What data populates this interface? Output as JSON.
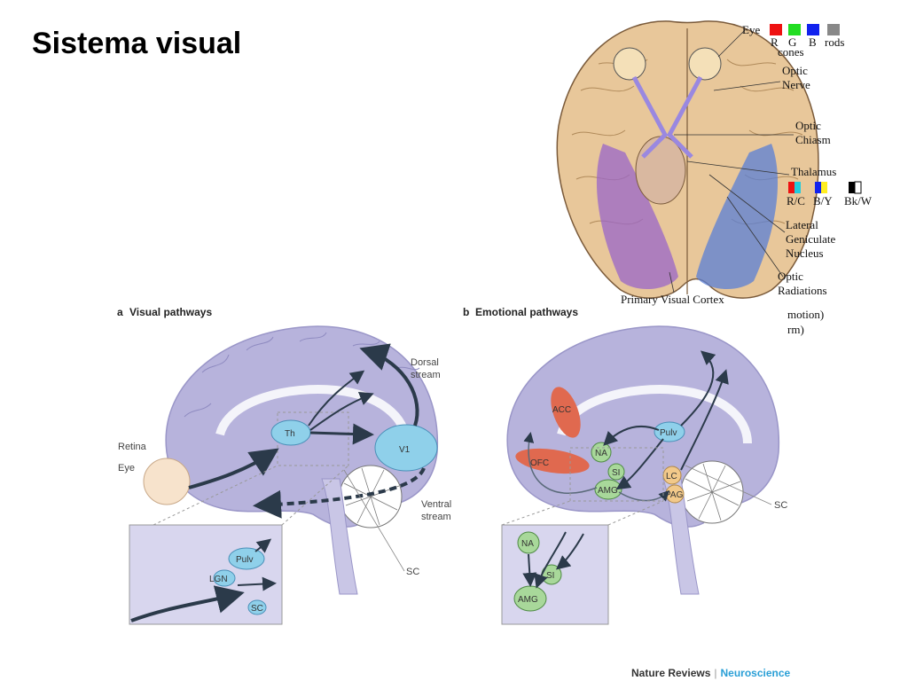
{
  "slide": {
    "title": "Sistema visual"
  },
  "top_figure": {
    "labels": {
      "eye": "Eye",
      "cone_r": "R",
      "cone_g": "G",
      "cone_b": "B",
      "rods": "rods",
      "cones": "cones",
      "optic_nerve_1": "Optic",
      "optic_nerve_2": "Nerve",
      "optic_chiasm_1": "Optic",
      "optic_chiasm_2": "Chiasm",
      "thalamus": "Thalamus",
      "rc": "R/C",
      "by": "B/Y",
      "bkw": "Bk/W",
      "lgn_1": "Lateral",
      "lgn_2": "Geniculate",
      "lgn_3": "Nucleus",
      "optic_rad_1": "Optic",
      "optic_rad_2": "Radiations",
      "primary_cortex": "Primary Visual Cortex",
      "motion": "motion)",
      "form": "rm)"
    },
    "colors": {
      "red": "#ee1111",
      "green": "#22dd22",
      "blue": "#1122ee",
      "gray": "#888888",
      "cyan": "#22ccdd",
      "yellow": "#ffee22"
    }
  },
  "panel_a": {
    "letter": "a",
    "title": "Visual pathways",
    "labels": {
      "dorsal_1": "Dorsal",
      "dorsal_2": "stream",
      "retina": "Retina",
      "eye": "Eye",
      "th": "Th",
      "v1": "V1",
      "ventral_1": "Ventral",
      "ventral_2": "stream",
      "sc": "SC",
      "pulv": "Pulv",
      "lgn": "LGN",
      "sc_inset": "SC"
    }
  },
  "panel_b": {
    "letter": "b",
    "title": "Emotional pathways",
    "labels": {
      "acc": "ACC",
      "ofc": "OFC",
      "pulv": "Pulv",
      "na": "NA",
      "si": "SI",
      "amg": "AMG",
      "lc": "LC",
      "pag": "PAG",
      "sc": "SC",
      "na_inset": "NA",
      "si_inset": "SI",
      "amg_inset": "AMG"
    }
  },
  "footer": {
    "journal": "Nature Reviews",
    "section": "Neuroscience"
  }
}
